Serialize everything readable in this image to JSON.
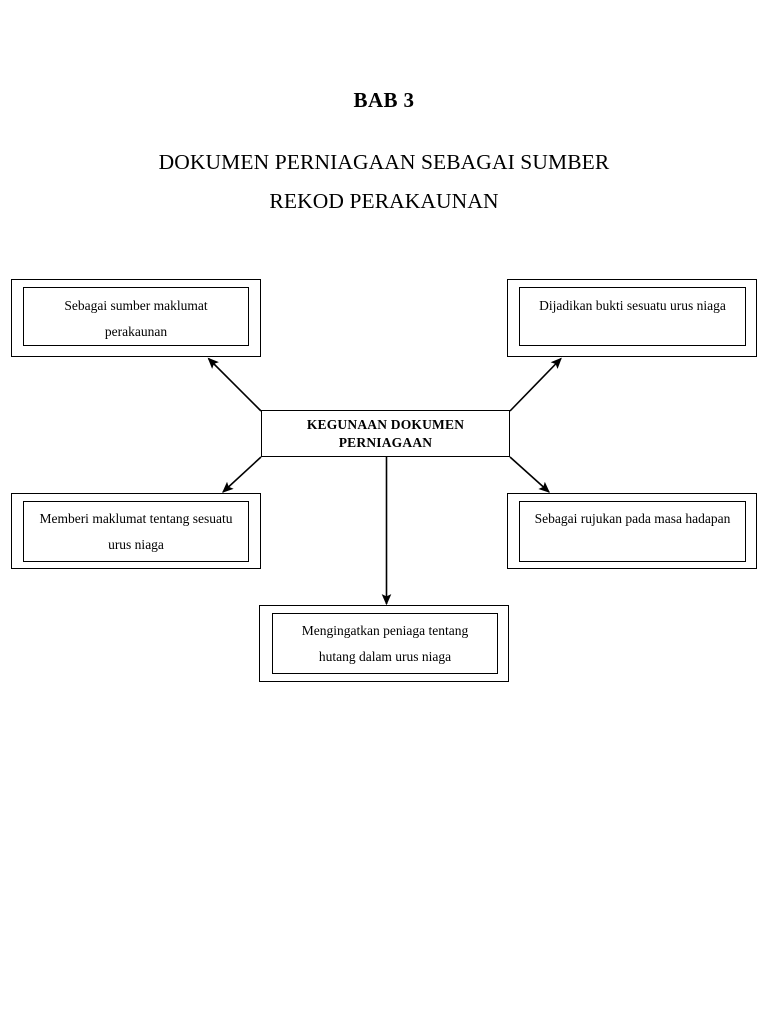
{
  "document": {
    "chapter_label": "BAB 3",
    "title_line_1": "DOKUMEN PERNIAGAAN SEBAGAI SUMBER",
    "title_line_2": "REKOD PERAKAUNAN"
  },
  "diagram": {
    "type": "mind-map",
    "center": {
      "id": "kegunaan-dokumen-perniagaan",
      "line_1": "KEGUNAAN DOKUMEN",
      "line_2": "PERNIAGAAN",
      "bold": true
    },
    "branches": [
      {
        "id": "sebagai-sumber-maklumat-perakaunan",
        "position": "top-left",
        "line_1": "Sebagai sumber maklumat",
        "line_2": "perakaunan",
        "arrow_direction": "up-left"
      },
      {
        "id": "dijadikan-bukti-sesuatu-urus-niaga",
        "position": "top-right",
        "line_1": "Dijadikan bukti sesuatu urus niaga",
        "line_2": "",
        "arrow_direction": "up-right"
      },
      {
        "id": "memberi-maklumat-tentang-sesuatu-urus-niaga",
        "position": "bottom-left",
        "line_1": "Memberi maklumat tentang sesuatu",
        "line_2": "urus niaga",
        "arrow_direction": "down-left"
      },
      {
        "id": "sebagai-rujukan-pada-masa-hadapan",
        "position": "bottom-right",
        "line_1": "Sebagai rujukan pada masa hadapan",
        "line_2": "",
        "arrow_direction": "down-right"
      },
      {
        "id": "mengingatkan-peniaga-tentang-hutang-dalam-urus-niaga",
        "position": "bottom-center",
        "line_1": "Mengingatkan peniaga tentang",
        "line_2": "hutang dalam urus niaga",
        "arrow_direction": "down"
      }
    ],
    "colors": {
      "stroke": "#000000",
      "text": "#000000",
      "background": "#ffffff"
    }
  }
}
